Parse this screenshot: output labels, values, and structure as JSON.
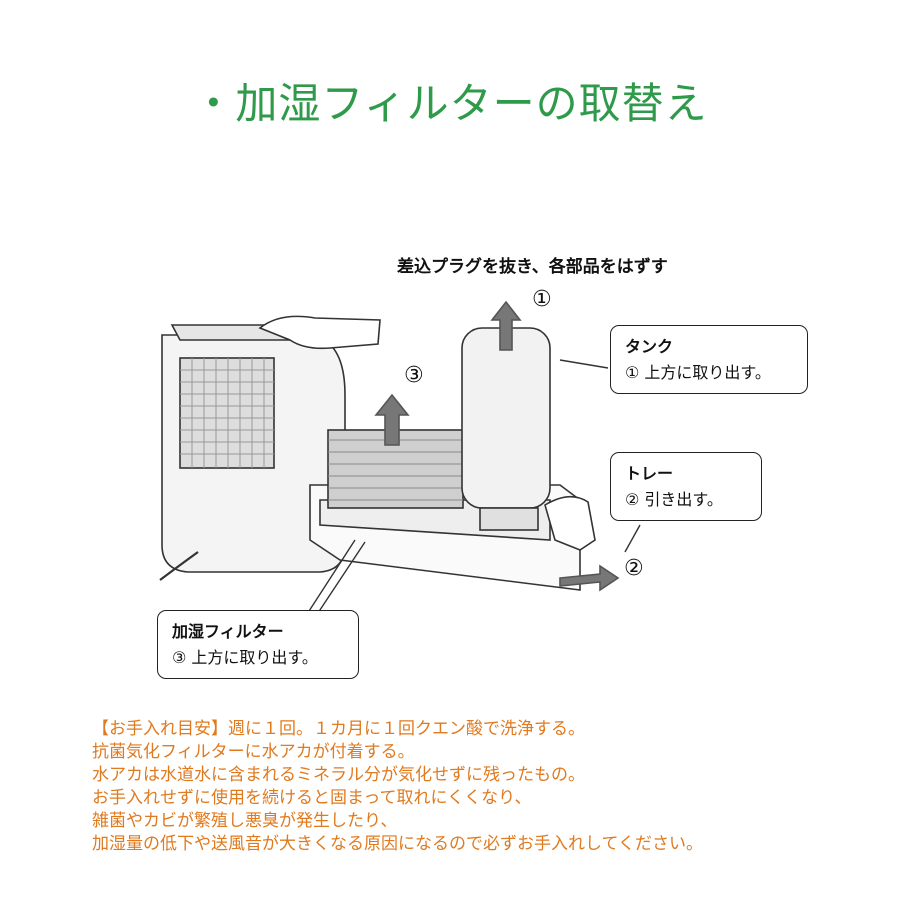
{
  "title": "・加湿フィルターの取替え",
  "instruction": "差込プラグを抜き、各部品をはずす",
  "step_numbers": [
    "①",
    "②",
    "③"
  ],
  "callouts": {
    "tank": {
      "heading": "タンク",
      "text": "① 上方に取り出す。"
    },
    "tray": {
      "heading": "トレー",
      "text": "② 引き出す。"
    },
    "filter": {
      "heading": "加湿フィルター",
      "text": "③ 上方に取り出す。"
    }
  },
  "notes": [
    "【お手入れ目安】週に１回。１カ月に１回クエン酸で洗浄する。",
    "抗菌気化フィルターに水アカが付着する。",
    "水アカは水道水に含まれるミネラル分が気化せずに残ったもの。",
    "お手入れせずに使用を続けると固まって取れにくくなり、",
    "雑菌やカビが繁殖し悪臭が発生したり、",
    "加湿量の低下や送風音が大きくなる原因になるので必ずお手入れしてください。"
  ],
  "colors": {
    "title": "#2e9a4a",
    "notes": "#e07a1f"
  }
}
